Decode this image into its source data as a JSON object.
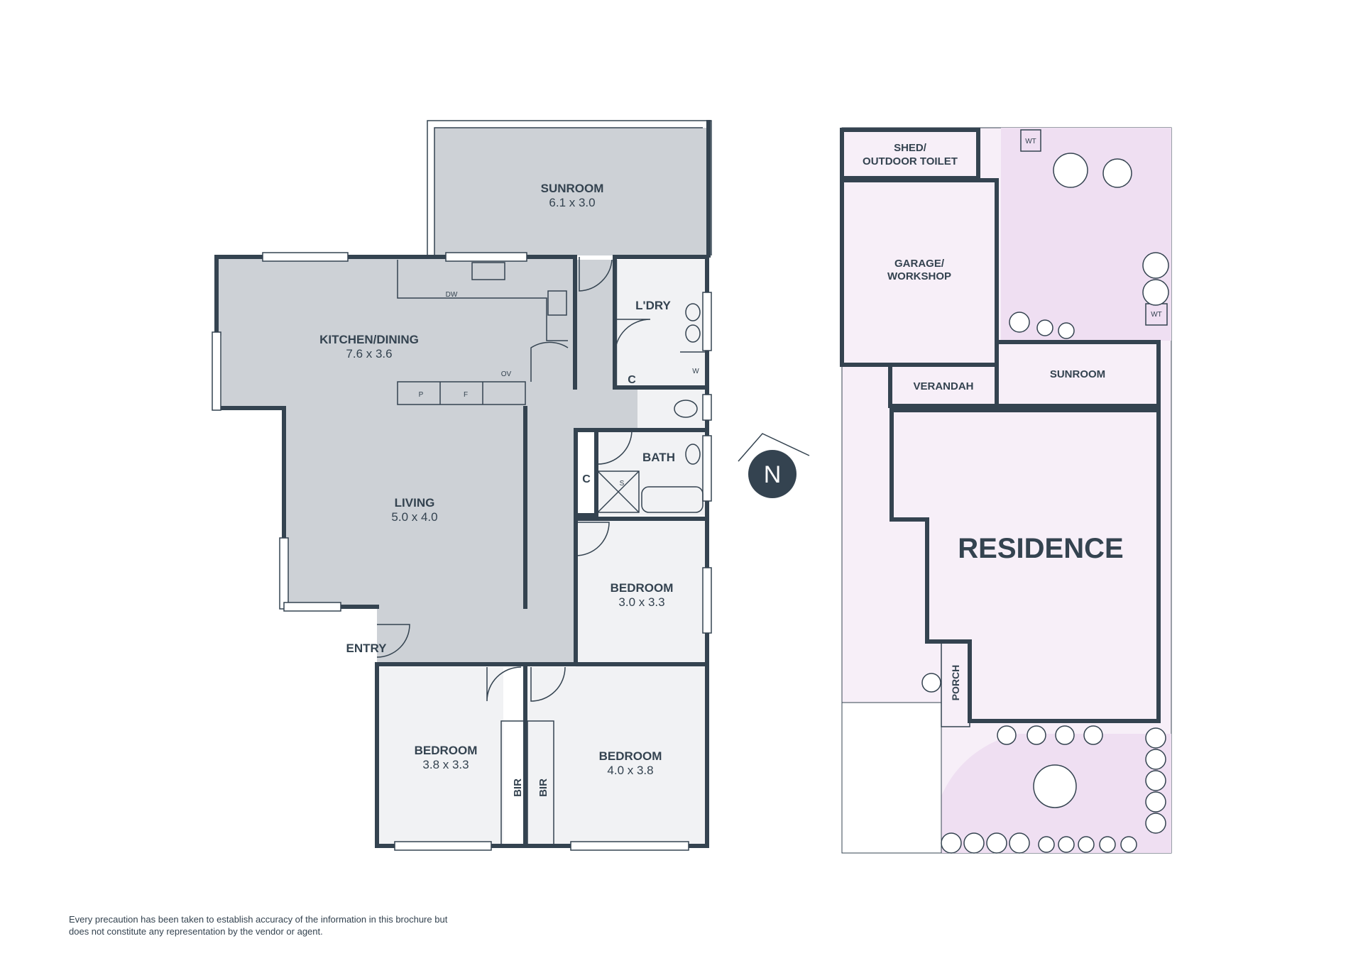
{
  "floor_plan": {
    "rooms": {
      "sunroom": {
        "name": "SUNROOM",
        "dims": "6.1 x 3.0"
      },
      "kitchen_dining": {
        "name": "KITCHEN/DINING",
        "dims": "7.6 x 3.6"
      },
      "living": {
        "name": "LIVING",
        "dims": "5.0 x 4.0"
      },
      "laundry": {
        "name": "L'DRY"
      },
      "bath": {
        "name": "BATH"
      },
      "bedroom_east": {
        "name": "BEDROOM",
        "dims": "3.0 x 3.3"
      },
      "bedroom_sw": {
        "name": "BEDROOM",
        "dims": "3.8 x 3.3"
      },
      "bedroom_se": {
        "name": "BEDROOM",
        "dims": "4.0 x 3.8"
      },
      "entry": {
        "name": "ENTRY"
      }
    },
    "fixtures": {
      "dishwasher": "DW",
      "oven": "OV",
      "pantry": "P",
      "fridge": "F",
      "washer": "W",
      "shower": "S",
      "cupboard_laundry": "C",
      "cupboard_hall": "C",
      "bir_left": "BIR",
      "bir_right": "BIR"
    }
  },
  "compass": {
    "label": "N"
  },
  "site_plan": {
    "shed": "SHED/",
    "shed_line2": "OUTDOOR TOILET",
    "garage": "GARAGE/",
    "garage_line2": "WORKSHOP",
    "verandah": "VERANDAH",
    "sunroom": "SUNROOM",
    "residence": "RESIDENCE",
    "porch": "PORCH",
    "water_tank_top": "WT",
    "water_tank_bottom": "WT"
  },
  "disclaimer": "Every precaution has been taken to establish accuracy of the information in this brochure but does not constitute any representation by the vendor or agent.",
  "colors": {
    "wall": "#344350",
    "floor_shaded": "#cdd1d6",
    "floor_light": "#f1f2f4",
    "garden": "#efdff2",
    "path": "#f7eff8"
  }
}
